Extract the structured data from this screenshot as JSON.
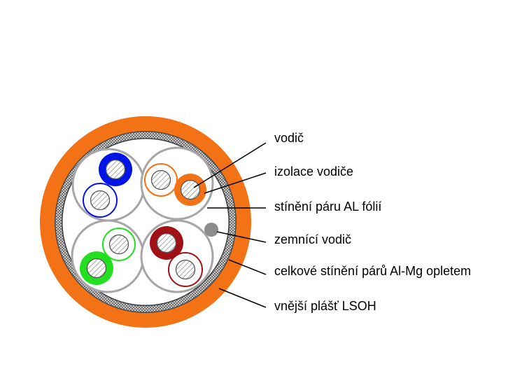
{
  "labels": {
    "conductor": "vodič",
    "conductor_insulation": "izolace vodiče",
    "pair_foil_shield": "stínění páru AL fólií",
    "drain_wire": "zemnící vodič",
    "overall_braid_shield": "celkové stínění párů Al-Mg opletem",
    "outer_jacket": "vnější plášť LSOH"
  },
  "colors": {
    "jacket": "#f47216",
    "braid": "#8a8a8a",
    "pair_shield": "#a6a6a6",
    "blue": "#0014e6",
    "orange": "#f47216",
    "green": "#22e01f",
    "brown": "#a01014",
    "drain": "#8c8c8c"
  }
}
